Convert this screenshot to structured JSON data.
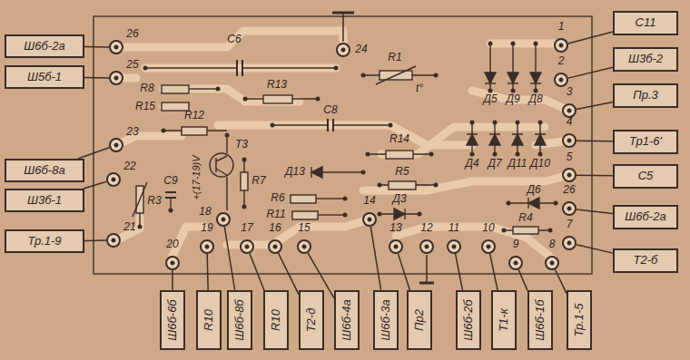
{
  "diagram": {
    "nodes": [
      {
        "text": [
          "Ш6б-2а"
        ]
      },
      {
        "text": [
          "Ш5б-1"
        ]
      },
      {
        "text": [
          "Ш6б-8а"
        ]
      },
      {
        "text": [
          "Ш3б-1"
        ]
      },
      {
        "text": [
          "Тр.1-9"
        ]
      },
      {
        "text": [
          "С11"
        ]
      },
      {
        "text": [
          "Ш3б-2"
        ]
      },
      {
        "text": [
          "Пр.3"
        ]
      },
      {
        "text": [
          "Тр1-6'"
        ]
      },
      {
        "text": [
          "С5"
        ]
      },
      {
        "text": [
          "Ш6б-2а"
        ]
      },
      {
        "text": [
          "Т2-б"
        ]
      },
      {
        "text": [
          "Ш6б-6б"
        ]
      },
      {
        "text": [
          "R10"
        ]
      },
      {
        "text": [
          "Ш6б-8б"
        ]
      },
      {
        "text": [
          "R10"
        ]
      },
      {
        "text": [
          "Т2-д"
        ]
      },
      {
        "text": [
          "Ш6б-4а"
        ]
      },
      {
        "text": [
          "Ш6б-3а"
        ]
      },
      {
        "text": [
          "Пр2"
        ]
      },
      {
        "text": [
          "Ш6б-2б"
        ]
      },
      {
        "text": [
          "Т1-к"
        ]
      },
      {
        "text": [
          "Ш6б-1б"
        ]
      },
      {
        "text": [
          "Тр.1-5"
        ]
      },
      {
        "text": [
          "26"
        ]
      },
      {
        "text": [
          "25"
        ]
      },
      {
        "text": [
          "24"
        ]
      },
      {
        "text": [
          "1"
        ]
      },
      {
        "text": [
          "2"
        ]
      },
      {
        "text": [
          "3"
        ]
      },
      {
        "text": [
          "4"
        ]
      },
      {
        "text": [
          "5"
        ]
      },
      {
        "text": [
          "23"
        ]
      },
      {
        "text": [
          "22"
        ]
      },
      {
        "text": [
          "26"
        ]
      },
      {
        "text": [
          "7"
        ]
      },
      {
        "text": [
          "21"
        ]
      },
      {
        "text": [
          "20"
        ]
      },
      {
        "text": [
          "19"
        ]
      },
      {
        "text": [
          "18"
        ]
      },
      {
        "text": [
          "17"
        ]
      },
      {
        "text": [
          "16"
        ]
      },
      {
        "text": [
          "15"
        ]
      },
      {
        "text": [
          "14"
        ]
      },
      {
        "text": [
          "13"
        ]
      },
      {
        "text": [
          "12"
        ]
      },
      {
        "text": [
          "11"
        ]
      },
      {
        "text": [
          "10"
        ]
      },
      {
        "text": [
          "9"
        ]
      },
      {
        "text": [
          "8"
        ]
      }
    ],
    "edges": [
      {
        "from": 24,
        "to": 0,
        "arrow": "none"
      },
      {
        "from": 25,
        "to": 1,
        "arrow": "none"
      },
      {
        "from": 27,
        "to": 5,
        "arrow": "none"
      },
      {
        "from": 28,
        "to": 6,
        "arrow": "none"
      },
      {
        "from": 29,
        "to": 7,
        "arrow": "none"
      },
      {
        "from": 30,
        "to": 8,
        "arrow": "none"
      },
      {
        "from": 31,
        "to": 9,
        "arrow": "none"
      },
      {
        "from": 32,
        "to": 2,
        "arrow": "none"
      },
      {
        "from": 33,
        "to": 3,
        "arrow": "none"
      },
      {
        "from": 34,
        "to": 10,
        "arrow": "none"
      },
      {
        "from": 35,
        "to": 11,
        "arrow": "none"
      },
      {
        "from": 36,
        "to": 4,
        "arrow": "none"
      },
      {
        "from": 37,
        "to": 12,
        "arrow": "none"
      },
      {
        "from": 38,
        "to": 13,
        "arrow": "none"
      },
      {
        "from": 39,
        "to": 14,
        "arrow": "none"
      },
      {
        "from": 40,
        "to": 15,
        "arrow": "none"
      },
      {
        "from": 41,
        "to": 16,
        "arrow": "none"
      },
      {
        "from": 42,
        "to": 17,
        "arrow": "none"
      },
      {
        "from": 43,
        "to": 18,
        "arrow": "none"
      },
      {
        "from": 44,
        "to": 19,
        "arrow": "none"
      },
      {
        "from": 46,
        "to": 20,
        "arrow": "none"
      },
      {
        "from": 47,
        "to": 21,
        "arrow": "none"
      },
      {
        "from": 48,
        "to": 22,
        "arrow": "none"
      },
      {
        "from": 49,
        "to": 23,
        "arrow": "none"
      }
    ],
    "labels": [
      "С6",
      "R8",
      "R15",
      "R13",
      "R1",
      "t°",
      "Д5",
      "Д9",
      "Д8",
      "Д4",
      "Д7",
      "Д11",
      "Д10",
      "Д6",
      "R4",
      "Д3",
      "R5",
      "R14",
      "С8",
      "Д13",
      "R6",
      "R11",
      "R12",
      "Т3",
      "R7",
      "R3",
      "С9",
      "+(17-19)V"
    ]
  }
}
